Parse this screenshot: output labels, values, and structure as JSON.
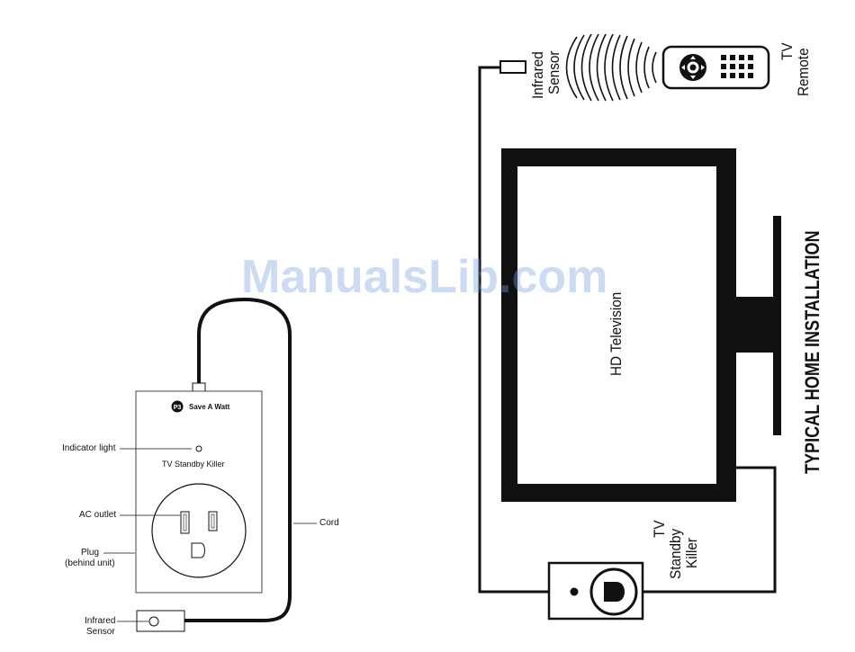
{
  "title": "TYPICAL HOME INSTALLATION",
  "brand": "Save A Watt",
  "unit_name": "TV Standby Killer",
  "watermark": "ManualsLib.com",
  "callouts": {
    "indicator_light": "Indicator light",
    "ac_outlet": "AC outlet",
    "plug_line1": "Plug",
    "plug_line2": "(behind unit)",
    "cord": "Cord",
    "sensor_line1": "Infrared",
    "sensor_line2": "Sensor"
  },
  "installation": {
    "tv_label": "HD Television",
    "infrared_line1": "Infrared",
    "infrared_line2": "Sensor",
    "remote_line1": "TV",
    "remote_line2": "Remote",
    "killer_line1": "TV",
    "killer_line2": "Standby",
    "killer_line3": "Killer"
  },
  "colors": {
    "ink": "#111111",
    "watermark": "#78a0dc"
  }
}
